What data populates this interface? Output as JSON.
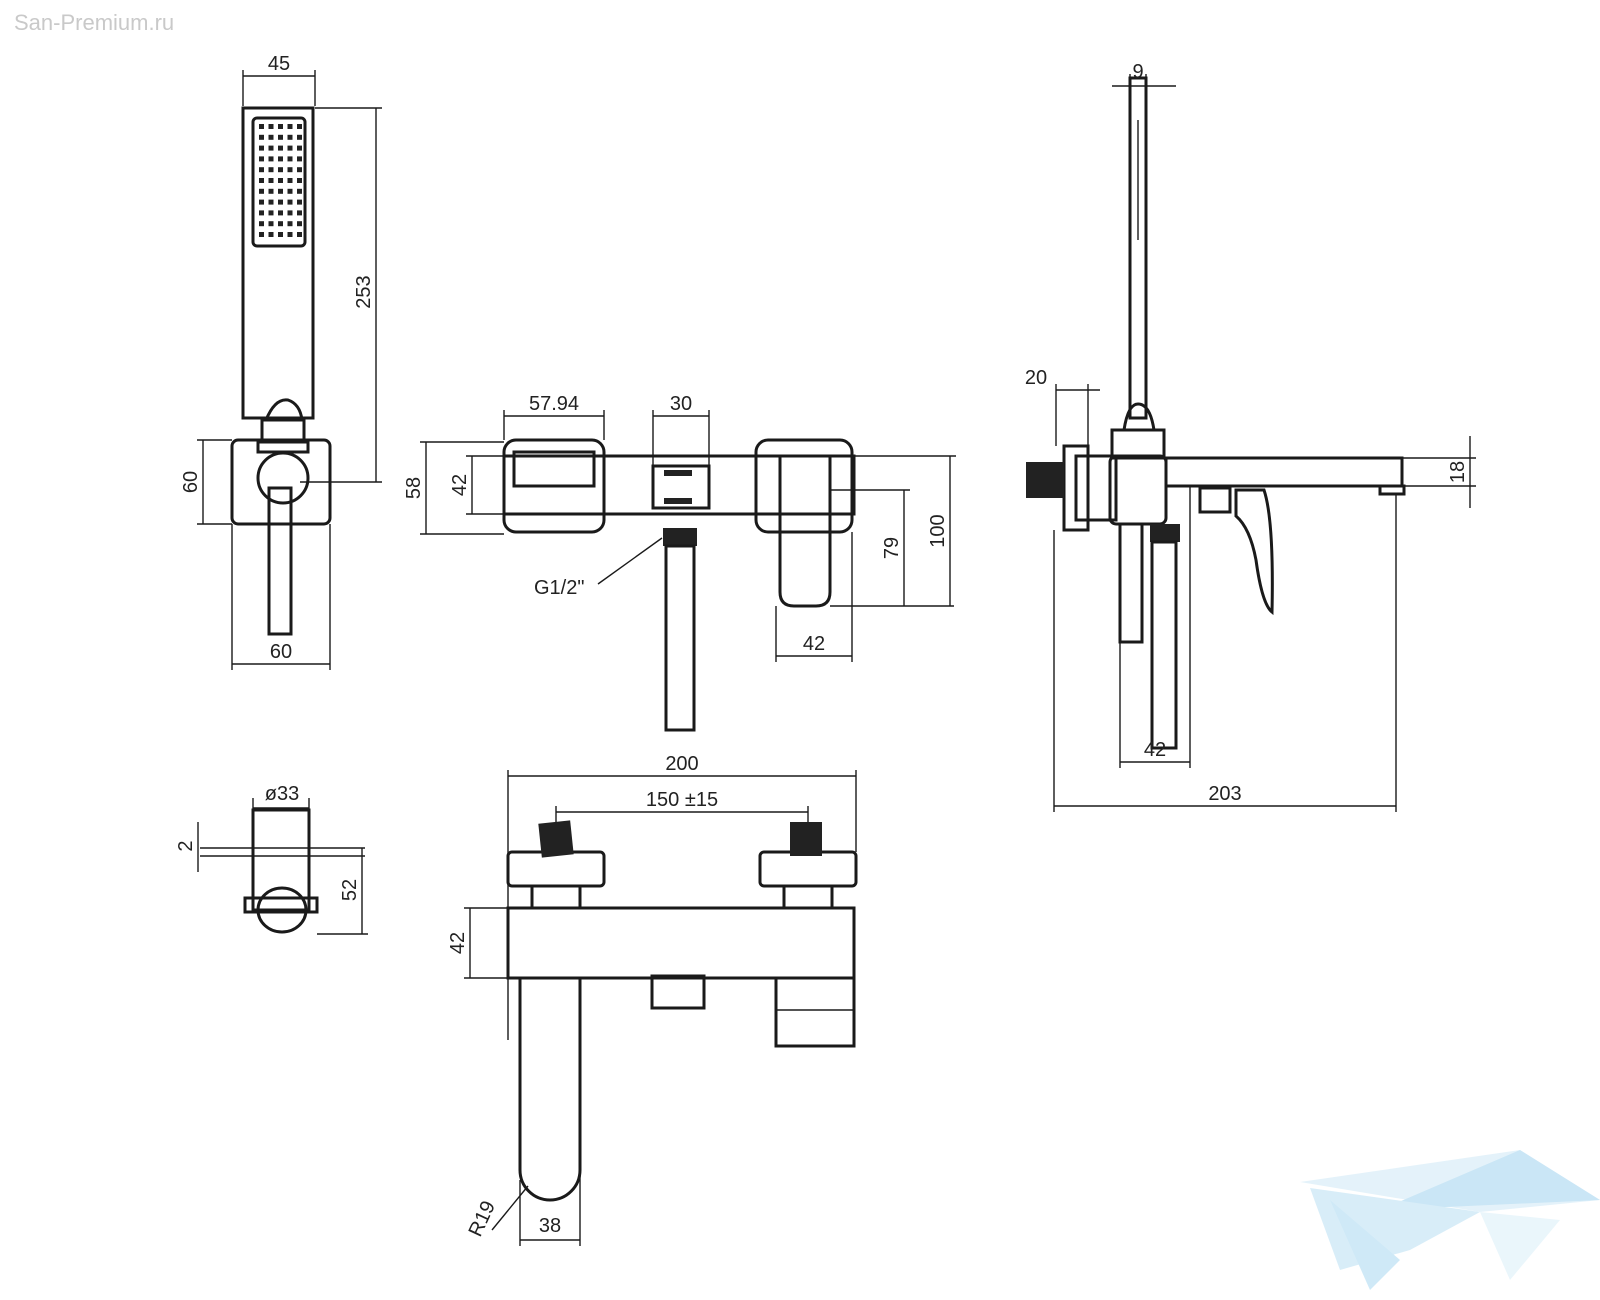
{
  "watermark": "San-Premium.ru",
  "colors": {
    "line": "#1a1a1a",
    "logo": "#9fd3ef"
  },
  "dimensions": {
    "hs_width": "45",
    "hs_length": "253",
    "holder_height": "60",
    "holder_width": "60",
    "flange_dia": "ø33",
    "flange_thk": "2",
    "flange_height": "52",
    "front_left": "57.94",
    "front_top": "42",
    "front_outer": "58",
    "diverter": "30",
    "thread": "G1/2\"",
    "spout_drop": "79",
    "spout_total": "100",
    "spout_width": "42",
    "side_wall": "20",
    "side_hose": "9",
    "side_spout_h": "18",
    "side_depth": "203",
    "side_bottom": "42",
    "top_width": "200",
    "top_centers": "150 ±15",
    "top_body": "42",
    "top_radius": "R19",
    "top_spout": "38"
  },
  "icons": {
    "logo": "bathtub-logo-icon",
    "nozzles": "nozzle-grid-icon"
  }
}
